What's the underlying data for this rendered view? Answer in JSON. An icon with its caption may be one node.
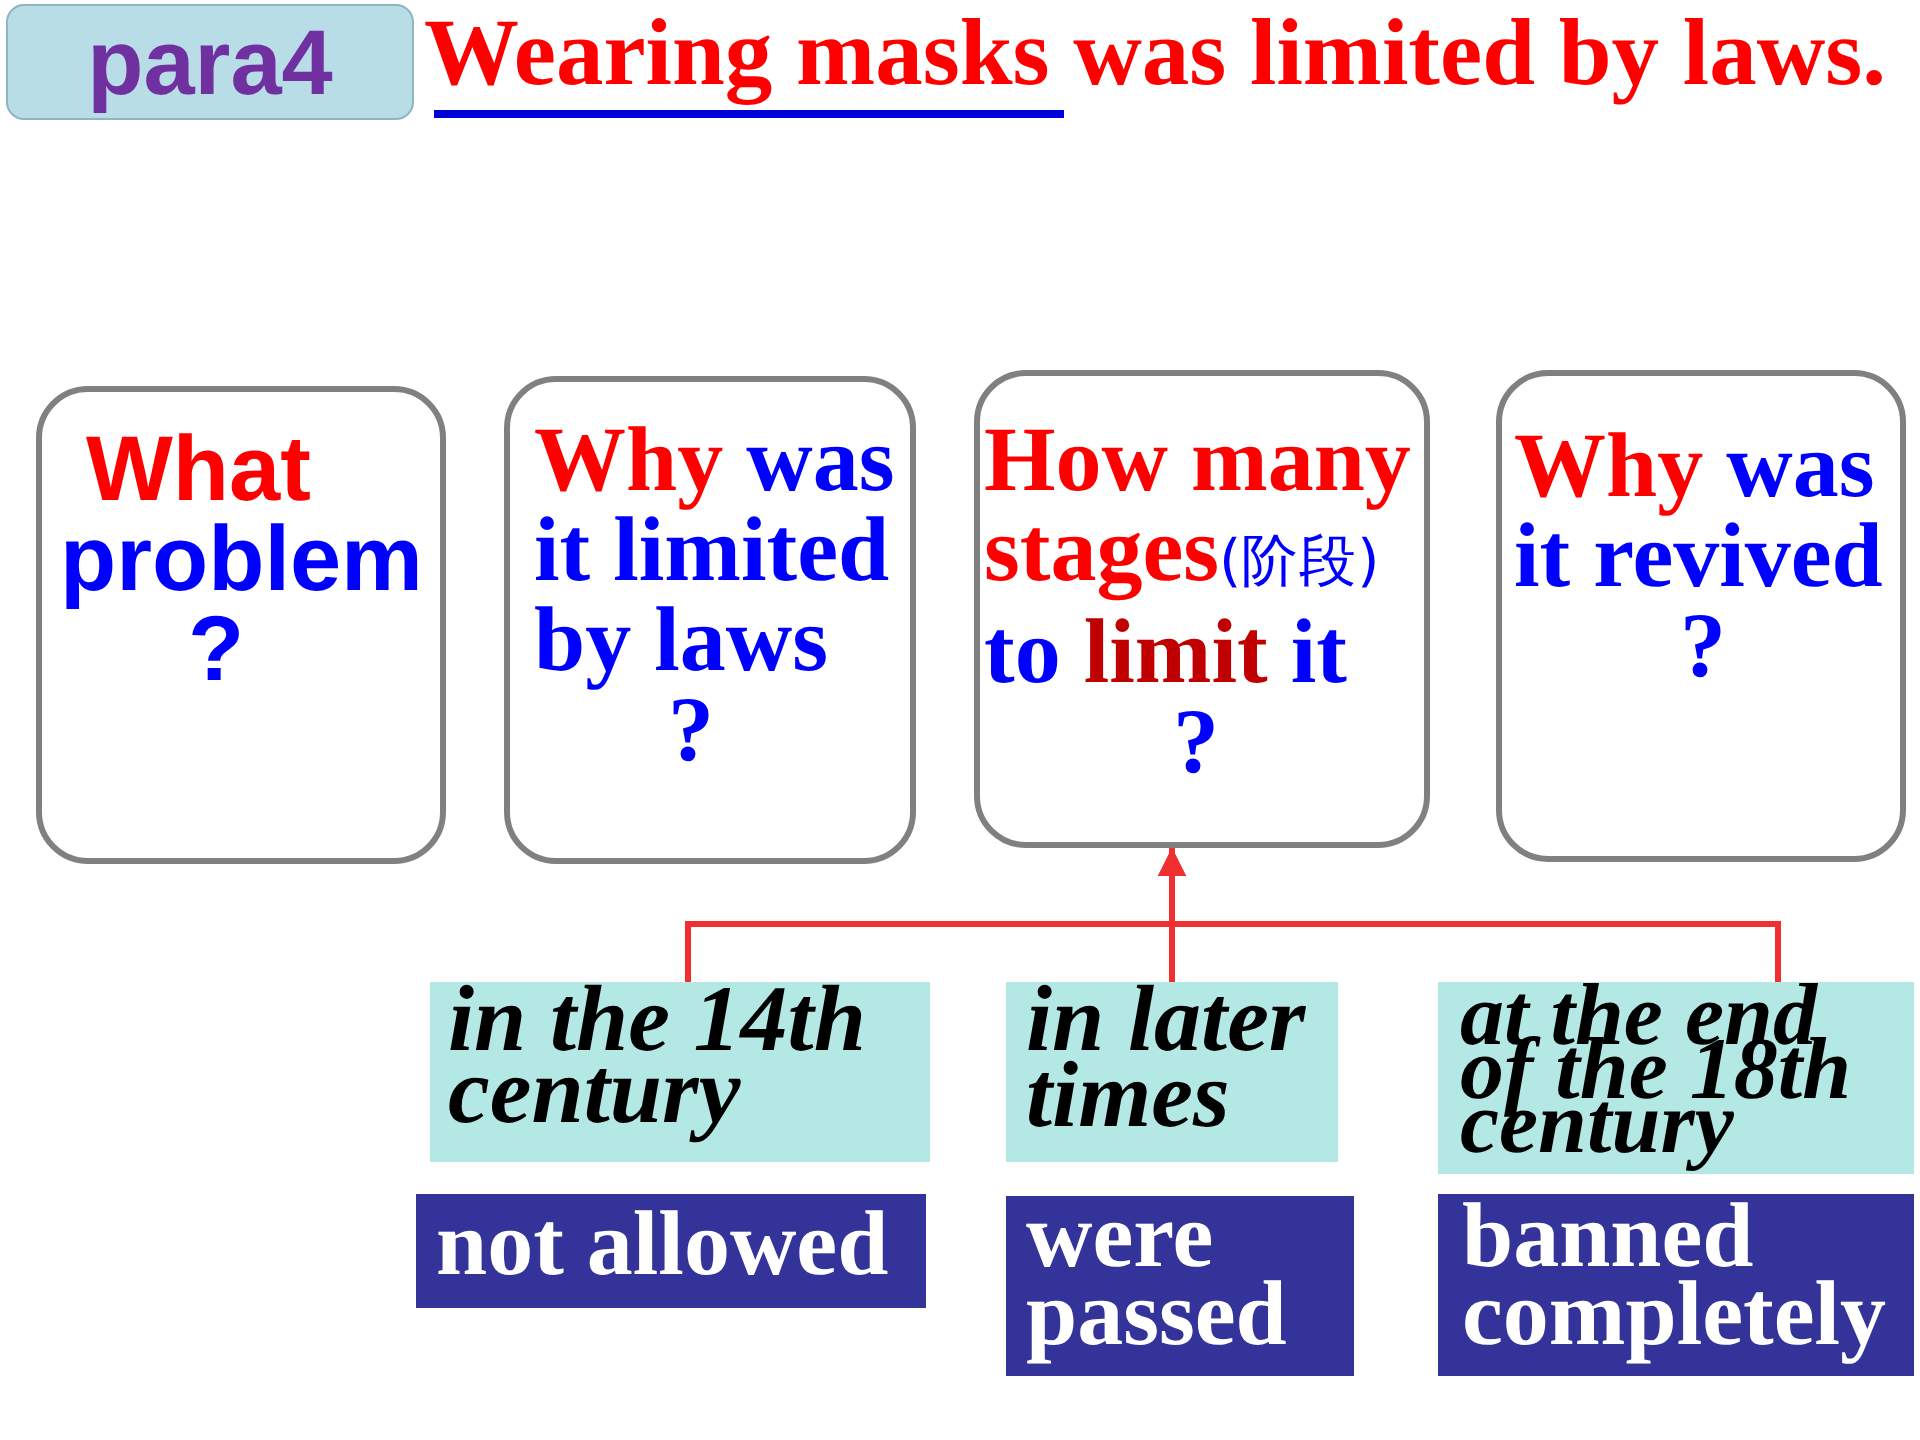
{
  "diagram": {
    "title": "Wearing masks was limited by laws.",
    "nodes": [
      {
        "text": [
          "para4"
        ]
      },
      {
        "text": [
          "What problem ?"
        ]
      },
      {
        "text": [
          "Why was it limited by laws ?"
        ]
      },
      {
        "text": [
          "How many stages(阶段) to limit it ?"
        ]
      },
      {
        "text": [
          "Why was it revived ?"
        ]
      },
      {
        "text": [
          "in the 14th century"
        ]
      },
      {
        "text": [
          "in later times"
        ]
      },
      {
        "text": [
          "at the end of the 18th century"
        ]
      },
      {
        "text": [
          "not allowed"
        ]
      },
      {
        "text": [
          "were passed"
        ]
      },
      {
        "text": [
          "banned completely"
        ]
      }
    ],
    "edges": [
      {
        "from": 5,
        "to": 3,
        "arrow": "to"
      },
      {
        "from": 6,
        "to": 3,
        "arrow": "to"
      },
      {
        "from": 7,
        "to": 3,
        "arrow": "to"
      }
    ]
  }
}
